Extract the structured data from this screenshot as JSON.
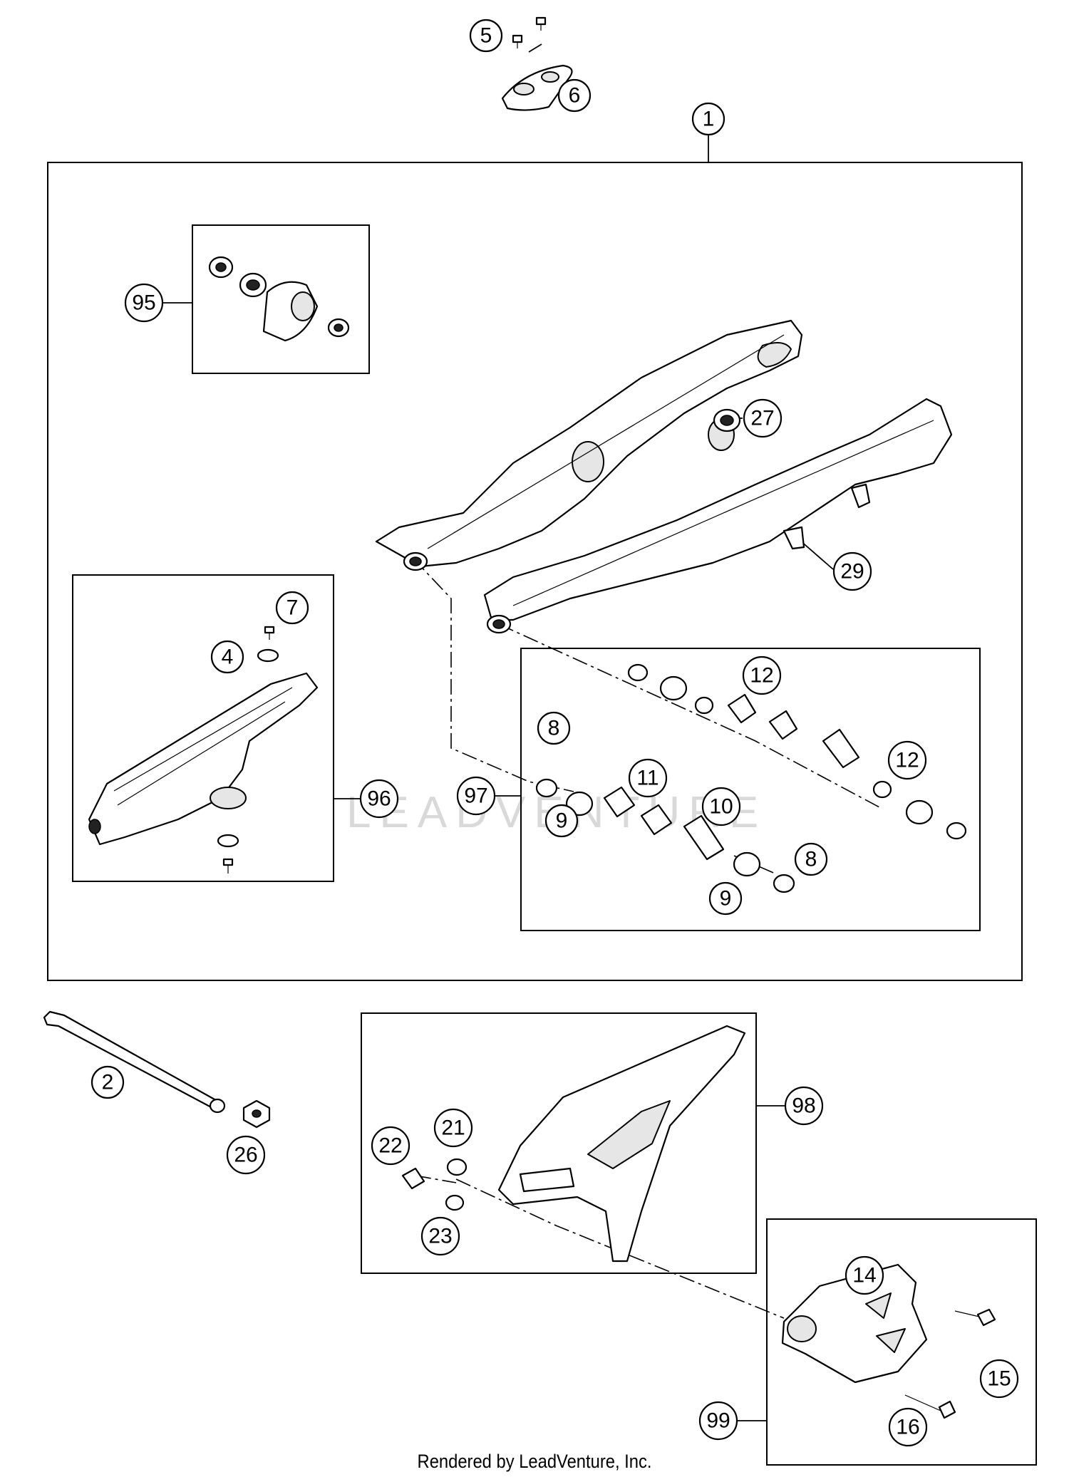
{
  "footer": {
    "text": "Rendered by LeadVenture, Inc."
  },
  "watermark": {
    "text": "LEADVENTURE"
  },
  "callouts": {
    "c1": "1",
    "c2": "2",
    "c4": "4",
    "c5": "5",
    "c6": "6",
    "c7": "7",
    "c8a": "8",
    "c8b": "8",
    "c9a": "9",
    "c9b": "9",
    "c10": "10",
    "c11": "11",
    "c12a": "12",
    "c12b": "12",
    "c14": "14",
    "c15": "15",
    "c16": "16",
    "c21": "21",
    "c22": "22",
    "c23": "23",
    "c26": "26",
    "c27": "27",
    "c29": "29",
    "c95": "95",
    "c96": "96",
    "c97": "97",
    "c98": "98",
    "c99": "99"
  },
  "colors": {
    "line": "#000000",
    "background": "#ffffff",
    "watermark": "#d9d9d9"
  }
}
